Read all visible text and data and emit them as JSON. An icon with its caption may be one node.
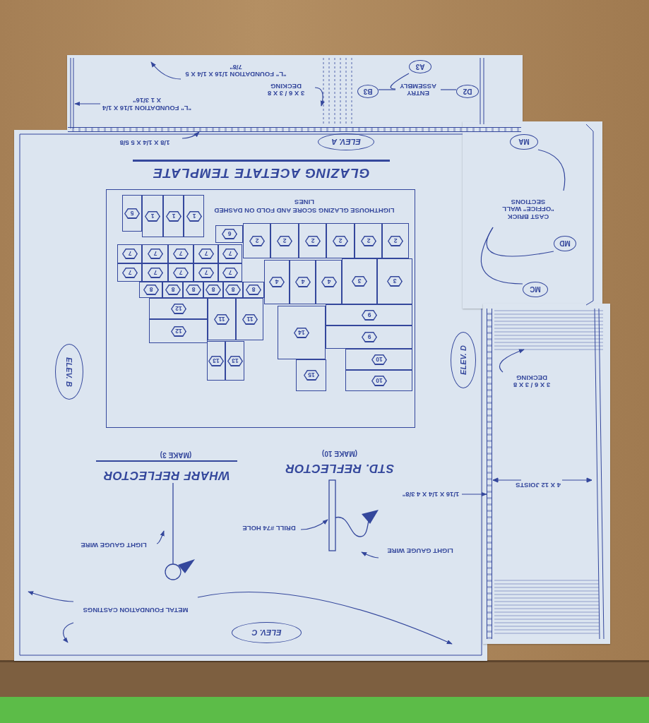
{
  "diagram": {
    "nodes": [
      {
        "text": [
          "\"L\" FOUNDATION 1/16 X 1/4 X 5 7/8\""
        ]
      },
      {
        "text": [
          "A3"
        ]
      },
      {
        "text": [
          "3 X 6 / 3 X 8 DECKING"
        ]
      },
      {
        "text": [
          "B3"
        ]
      },
      {
        "text": [
          "ENTRY ASSEMBLY"
        ]
      },
      {
        "text": [
          "D2"
        ]
      },
      {
        "text": [
          "\"L\" FOUNDATION 1/16 X 1/4 X 1 3/16\""
        ]
      },
      {
        "text": [
          "1/8 X 1/4 X 5 5/8"
        ]
      },
      {
        "text": [
          "ELEV. A"
        ]
      },
      {
        "text": [
          "MA"
        ]
      },
      {
        "text": [
          "GLAZING ACETATE TEMPLATE",
          "LIGHTHOUSE GLAZING SCORE AND FOLD ON DASHED LINES"
        ]
      },
      {
        "text": [
          "5"
        ],
        "in": 10
      },
      {
        "text": [
          "1"
        ],
        "in": 10
      },
      {
        "text": [
          "1"
        ],
        "in": 10
      },
      {
        "text": [
          "1"
        ],
        "in": 10
      },
      {
        "text": [
          "6"
        ],
        "in": 10
      },
      {
        "text": [
          "2"
        ],
        "in": 10
      },
      {
        "text": [
          "2"
        ],
        "in": 10
      },
      {
        "text": [
          "2"
        ],
        "in": 10
      },
      {
        "text": [
          "2"
        ],
        "in": 10
      },
      {
        "text": [
          "2"
        ],
        "in": 10
      },
      {
        "text": [
          "2"
        ],
        "in": 10
      },
      {
        "text": [
          "7"
        ],
        "in": 10
      },
      {
        "text": [
          "7"
        ],
        "in": 10
      },
      {
        "text": [
          "7"
        ],
        "in": 10
      },
      {
        "text": [
          "7"
        ],
        "in": 10
      },
      {
        "text": [
          "7"
        ],
        "in": 10
      },
      {
        "text": [
          "7"
        ],
        "in": 10
      },
      {
        "text": [
          "7"
        ],
        "in": 10
      },
      {
        "text": [
          "7"
        ],
        "in": 10
      },
      {
        "text": [
          "7"
        ],
        "in": 10
      },
      {
        "text": [
          "7"
        ],
        "in": 10
      },
      {
        "text": [
          "8"
        ],
        "in": 10
      },
      {
        "text": [
          "8"
        ],
        "in": 10
      },
      {
        "text": [
          "8"
        ],
        "in": 10
      },
      {
        "text": [
          "8"
        ],
        "in": 10
      },
      {
        "text": [
          "8"
        ],
        "in": 10
      },
      {
        "text": [
          "8"
        ],
        "in": 10
      },
      {
        "text": [
          "4"
        ],
        "in": 10
      },
      {
        "text": [
          "4"
        ],
        "in": 10
      },
      {
        "text": [
          "4"
        ],
        "in": 10
      },
      {
        "text": [
          "3"
        ],
        "in": 10
      },
      {
        "text": [
          "3"
        ],
        "in": 10
      },
      {
        "text": [
          "12"
        ],
        "in": 10
      },
      {
        "text": [
          "12"
        ],
        "in": 10
      },
      {
        "text": [
          "11"
        ],
        "in": 10
      },
      {
        "text": [
          "11"
        ],
        "in": 10
      },
      {
        "text": [
          "14"
        ],
        "in": 10
      },
      {
        "text": [
          "9"
        ],
        "in": 10
      },
      {
        "text": [
          "9"
        ],
        "in": 10
      },
      {
        "text": [
          "13"
        ],
        "in": 10
      },
      {
        "text": [
          "13"
        ],
        "in": 10
      },
      {
        "text": [
          "15"
        ],
        "in": 10
      },
      {
        "text": [
          "10"
        ],
        "in": 10
      },
      {
        "text": [
          "10"
        ],
        "in": 10
      },
      {
        "text": [
          "CAST BRICK \"OFFICE\" WALL SECTIONS"
        ]
      },
      {
        "text": [
          "MD"
        ]
      },
      {
        "text": [
          "MC"
        ]
      },
      {
        "text": [
          "3 X 6 / 3 X 8 DECKING"
        ]
      },
      {
        "text": [
          "ELEV. D"
        ]
      },
      {
        "text": [
          "ELEV. B"
        ]
      },
      {
        "text": [
          "1/16 X 1/4 X 4 3/8\""
        ]
      },
      {
        "text": [
          "DRILL #74 HOLE"
        ]
      },
      {
        "text": [
          "LIGHT GAUGE WIRE"
        ]
      },
      {
        "text": [
          "LIGHT GAUGE WIRE"
        ]
      },
      {
        "text": [
          "METAL FOUNDATION CASTINGS"
        ]
      },
      {
        "text": [
          "ELEV. C"
        ]
      },
      {
        "text": [],
        "shape": "picture",
        "beside": [
          "STD. REFLECTOR",
          "(MAKE 10)"
        ]
      },
      {
        "text": [],
        "shape": "picture",
        "beside": [
          "WHARF REFLECTOR",
          "(MAKE 3)"
        ]
      },
      {
        "text": [],
        "shape": "picture"
      },
      {
        "text": [],
        "shape": "picture"
      },
      {
        "text": [],
        "shape": "bar"
      },
      {
        "text": [],
        "shape": "bar"
      }
    ],
    "edges": [
      {
        "from": 0,
        "to": null,
        "arrow": "to"
      },
      {
        "from": 2,
        "to": 69,
        "arrow": "to"
      },
      {
        "from": 1,
        "to": 4,
        "arrow": "none"
      },
      {
        "from": 3,
        "to": 4,
        "arrow": "none"
      },
      {
        "from": 5,
        "to": 4,
        "arrow": "none"
      },
      {
        "from": 6,
        "to": null,
        "arrow": "to"
      },
      {
        "from": 7,
        "to": 71,
        "arrow": "to"
      },
      {
        "from": 55,
        "to": 9,
        "arrow": "none"
      },
      {
        "from": 55,
        "to": 56,
        "arrow": "none"
      },
      {
        "from": 55,
        "to": 57,
        "arrow": "none"
      },
      {
        "from": 58,
        "to": 70,
        "arrow": "to"
      },
      {
        "from": 61,
        "to": 72,
        "arrow": "to"
      },
      {
        "from": 62,
        "to": 67,
        "arrow": "to"
      },
      {
        "from": 63,
        "to": 67,
        "arrow": "to"
      },
      {
        "from": 64,
        "to": 68,
        "arrow": "to"
      },
      {
        "from": 65,
        "to": null,
        "arrow": "to"
      },
      {
        "from": 65,
        "to": null,
        "arrow": "to"
      },
      {
        "from": 65,
        "to": null,
        "arrow": "to"
      }
    ],
    "labels": [
      "4 X 12 JOISTS"
    ]
  }
}
